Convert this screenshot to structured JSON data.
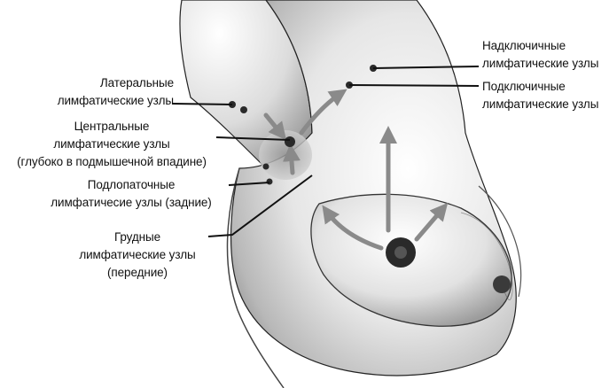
{
  "labels": {
    "lateral": [
      "Латеральные",
      "лимфатические узлы"
    ],
    "central": [
      "Центральные",
      "лимфатические узлы",
      "(глубоко в подмышечной впадине)"
    ],
    "subscapular": [
      "Подлопаточные",
      "лимфатичесие узлы (задние)"
    ],
    "pectoral": [
      "Грудные",
      "лимфатические узлы",
      "(передние)"
    ],
    "supraclavicular": [
      "Надключичные",
      "лимфатические узлы"
    ],
    "infraclavicular": [
      "Подключичные",
      "лимфатические узлы"
    ]
  },
  "colors": {
    "ink": "#111111",
    "skin_light": "#f2f2f2",
    "skin_mid": "#c9c9c9",
    "skin_dark": "#7a7a7a",
    "arrow": "#8a8a8a"
  }
}
